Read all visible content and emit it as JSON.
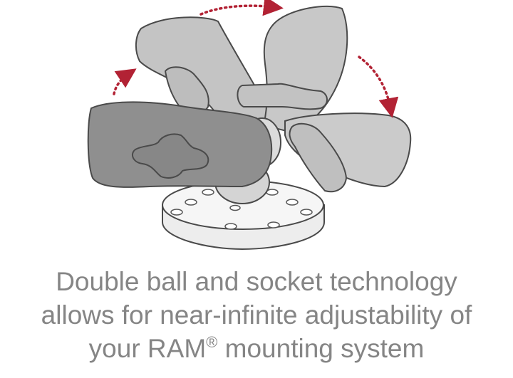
{
  "caption": {
    "line1": "Double ball and socket technology",
    "line2": "allows for near-infinite adjustability of",
    "line3_before": "your RAM",
    "line3_mark": "®",
    "line3_after": " mounting system"
  },
  "colors": {
    "arm_front": "#8f8f8f",
    "arm_back": "#c8c8c8",
    "outline": "#4a4a4a",
    "base_plate": "#f2f2f2",
    "arrow": "#b22234",
    "caption_text": "#858585"
  },
  "icons": [
    "red-dotted-arrow-icon",
    "ball-mount-arm-icon",
    "round-base-plate-icon",
    "knob-icon"
  ]
}
